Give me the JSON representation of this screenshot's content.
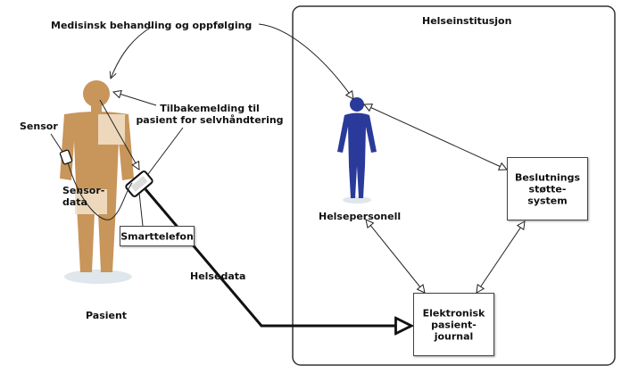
{
  "labels": {
    "top_arrow": "Medisinsk behandling og oppfølging",
    "institution": "Helseinstitusjon",
    "sensor": "Sensor",
    "feedback": "Tilbakemelding til\npasient for selvhåndtering",
    "sensor_data": "Sensor-\ndata",
    "smartphone": "Smarttelefon",
    "health_data": "Helsedata",
    "patient": "Pasient",
    "health_personnel": "Helsepersonell",
    "decision_support": "Beslutnings\nstøtte-\nsystem",
    "ehr": "Elektronisk\npasient-\njournal"
  },
  "colors": {
    "patient_figure": "#c8955a",
    "patient_shade": "#f1dfc6",
    "personnel_figure": "#2a3a9a",
    "line": "#222222"
  },
  "icons": {
    "patient": "person-figure-icon",
    "personnel": "person-figure-icon",
    "sensor": "sensor-icon",
    "phone": "smartphone-icon"
  }
}
